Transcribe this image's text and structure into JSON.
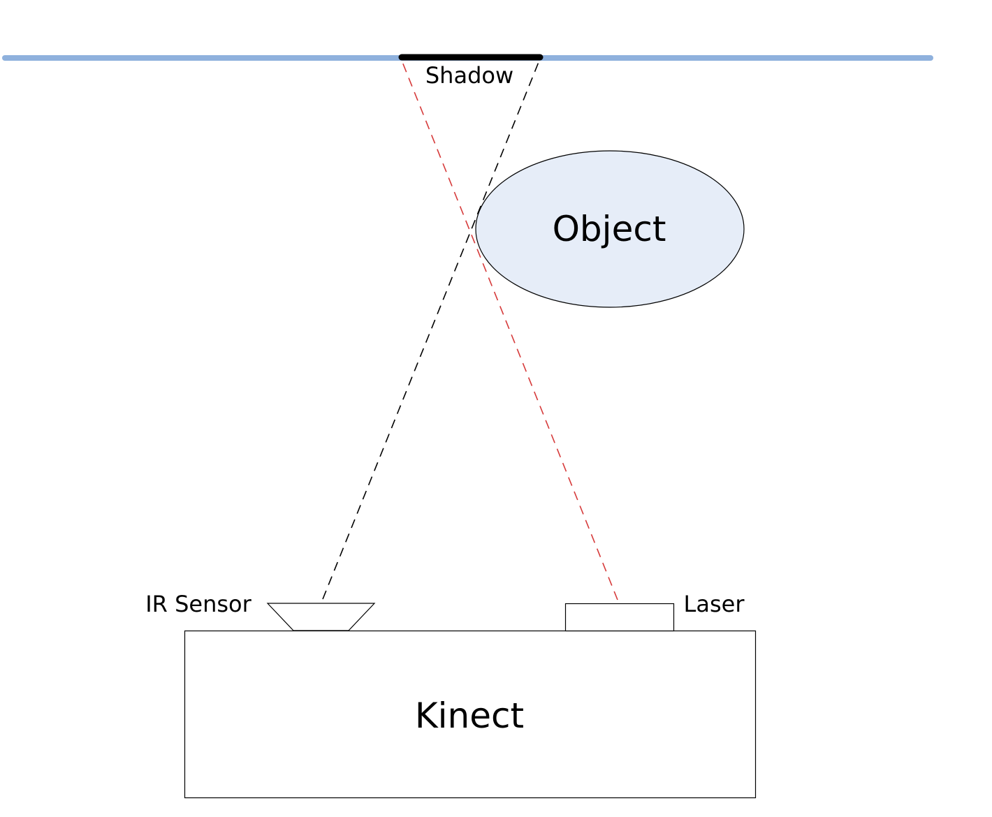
{
  "labels": {
    "shadow": "Shadow",
    "object": "Object",
    "ir_sensor": "IR Sensor",
    "laser": "Laser",
    "kinect": "Kinect"
  },
  "colors": {
    "surface": "#8FB1DD",
    "shadow_bar": "#000000",
    "object_fill": "#E6EDF8",
    "outline": "#000000",
    "laser_ray": "#D63A3A",
    "sensor_ray": "#000000",
    "background": "#FFFFFF"
  }
}
